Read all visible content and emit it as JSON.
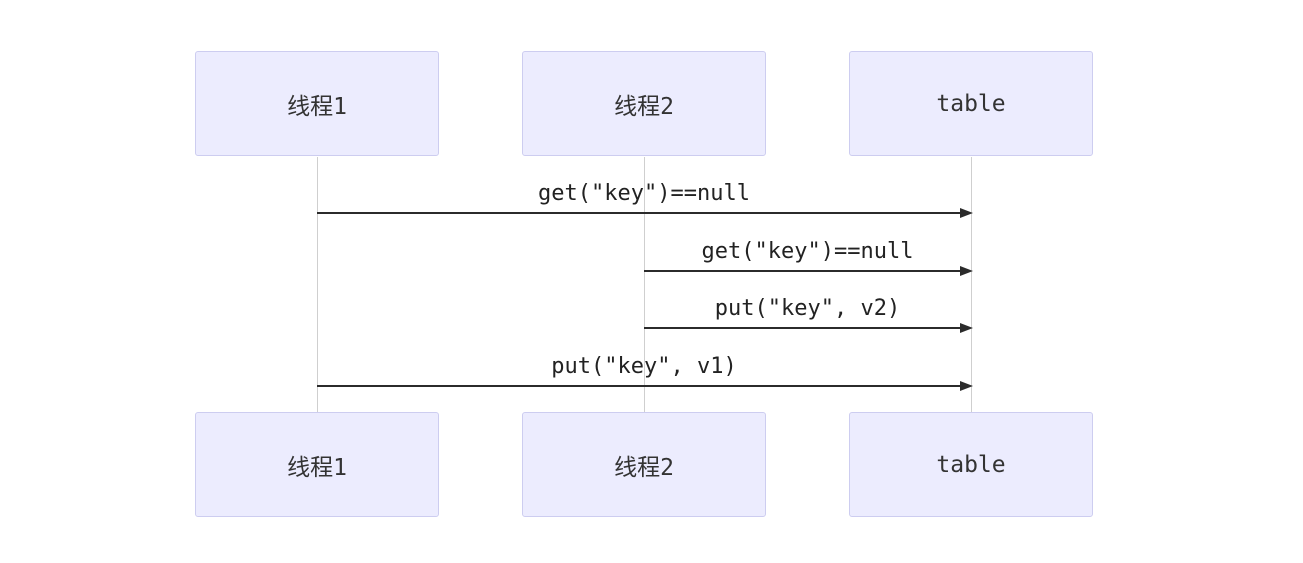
{
  "actors": [
    {
      "id": "thread1",
      "label": "线程1"
    },
    {
      "id": "thread2",
      "label": "线程2"
    },
    {
      "id": "table",
      "label": "table"
    }
  ],
  "messages": [
    {
      "from": "thread1",
      "to": "table",
      "label": "get(\"key\")==null"
    },
    {
      "from": "thread2",
      "to": "table",
      "label": "get(\"key\")==null"
    },
    {
      "from": "thread2",
      "to": "table",
      "label": "put(\"key\", v2)"
    },
    {
      "from": "thread1",
      "to": "table",
      "label": "put(\"key\", v1)"
    }
  ],
  "colors": {
    "actor_fill": "#ececfe",
    "actor_border": "#cdcdf0",
    "lifeline": "#cfcfcf",
    "message_line": "#2b2b2b"
  }
}
